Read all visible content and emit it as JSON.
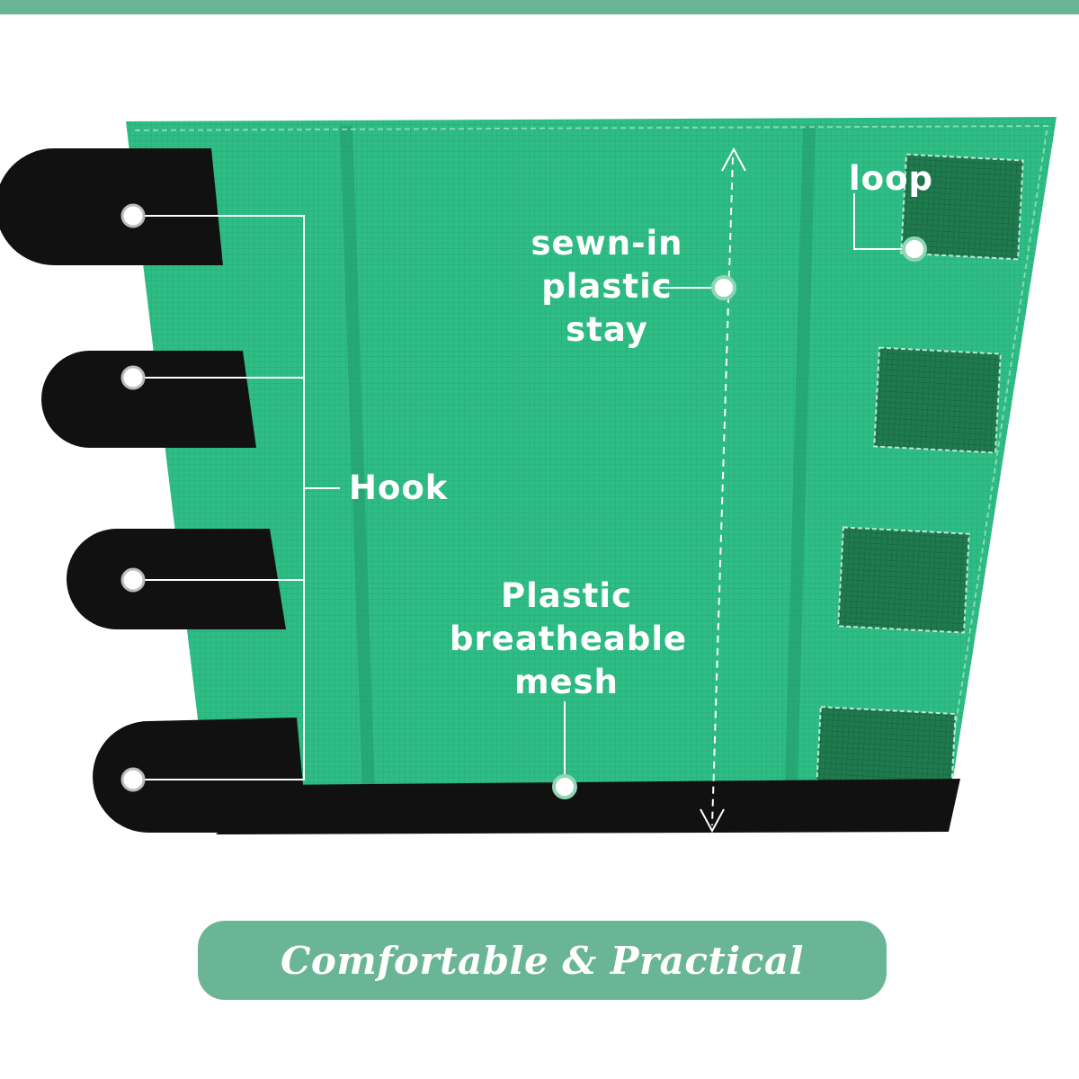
{
  "colors": {
    "brand": "#6ab595",
    "mesh": "#2fbd86",
    "mesh_dark": "#26a574",
    "loop_patch": "#1f7a4e",
    "strap": "#111111",
    "text": "#ffffff"
  },
  "callouts": {
    "hook": {
      "label": "Hook"
    },
    "loop": {
      "label": "loop"
    },
    "stay": {
      "lines": [
        "sewn-in",
        "plastic",
        "stay"
      ]
    },
    "mesh": {
      "lines": [
        "Plastic",
        "breatheable",
        "mesh"
      ]
    }
  },
  "banner": {
    "text": "Comfortable & Practical"
  }
}
